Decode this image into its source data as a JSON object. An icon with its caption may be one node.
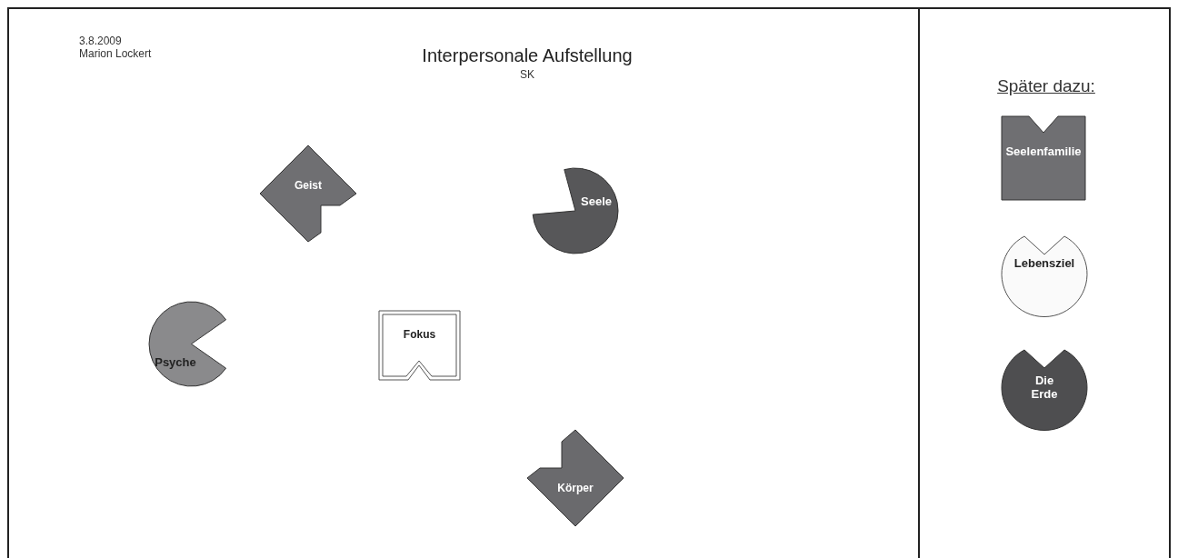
{
  "diagram": {
    "title": "Interpersonale Aufstellung",
    "nodes": [
      {
        "text": [
          "Geist"
        ]
      },
      {
        "text": [
          "Seele"
        ]
      },
      {
        "text": [
          "Psyche"
        ]
      },
      {
        "text": [
          "Fokus"
        ]
      },
      {
        "text": [
          "Körper"
        ]
      },
      {
        "text": [
          "Später dazu:"
        ]
      },
      {
        "text": [
          "Seelenfamilie"
        ],
        "in": 5
      },
      {
        "text": [
          "Lebensziel"
        ],
        "in": 5
      },
      {
        "text": [
          "Die Erde"
        ],
        "in": 5
      }
    ],
    "labels": [
      "3.8.2009",
      "Marion Lockert",
      "SK"
    ]
  }
}
